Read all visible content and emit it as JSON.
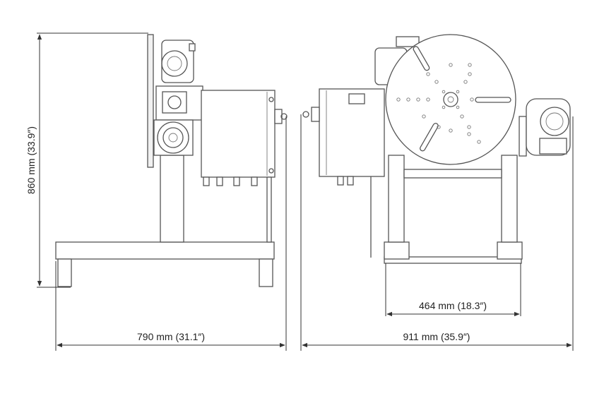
{
  "dimensions": {
    "height_label": "860 mm (33.9″)",
    "width_side_label": "790 mm (31.1″)",
    "width_front_label": "911 mm (35.9″)",
    "base_label": "464 mm (18.3″)"
  },
  "colors": {
    "line": "#555555",
    "dimension": "#333333",
    "background": "#ffffff"
  }
}
